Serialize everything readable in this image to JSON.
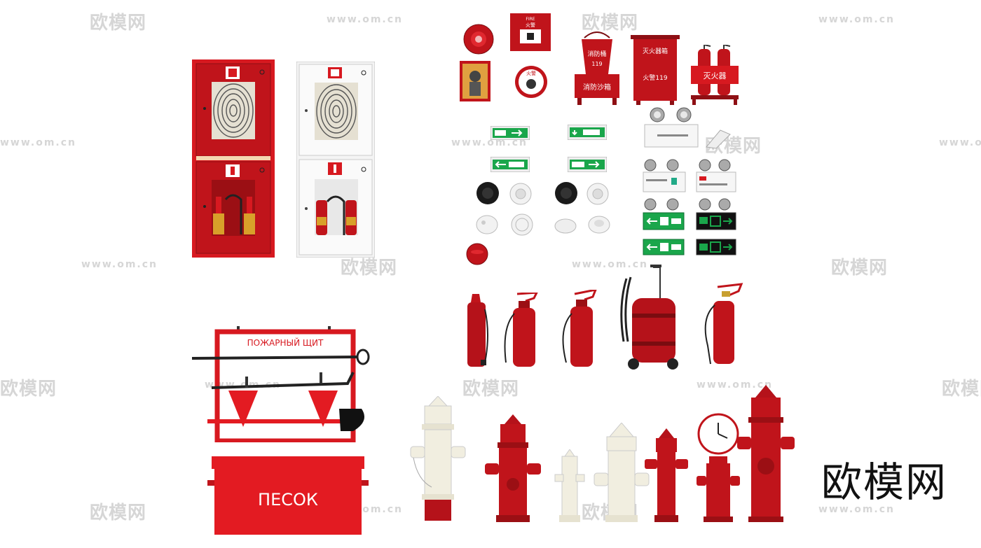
{
  "watermark": {
    "logo_text": "欧模网",
    "url_text": "www.om.cn"
  },
  "brand_text": "欧模网",
  "labels": {
    "fire_alarm": "FIRE",
    "fire_alarm_cn": "火警",
    "fire_bucket": "消防桶",
    "bucket_119": "119",
    "sand_box": "消防沙箱",
    "extinguisher_box": "灭火器箱",
    "fire_119": "火警119",
    "extinguisher": "灭火器",
    "alarm_bell": "火警",
    "shield_title": "ПОЖАРНЫЙ ЩИТ",
    "sand_crate": "ПЕСОК"
  },
  "colors": {
    "red": "#d71920",
    "dark_red": "#a3121a",
    "green": "#1aa64b",
    "cream": "#f1eee0",
    "watermark": "#d6d6d6"
  }
}
